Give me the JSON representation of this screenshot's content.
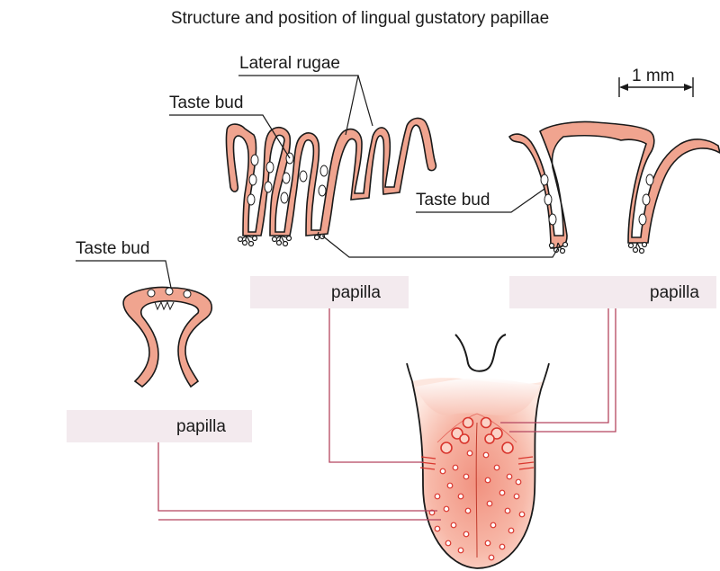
{
  "title": "Structure and position of lingual gustatory papillae",
  "labels": {
    "lateral_rugae": "Lateral rugae",
    "taste_bud_top": "Taste bud",
    "taste_bud_mid": "Taste bud",
    "taste_bud_left": "Taste bud",
    "scale": "1 mm"
  },
  "papilla_tags": {
    "left": "papilla",
    "center": "papilla",
    "right": "papilla"
  },
  "colors": {
    "tissue_fill": "#f0a48f",
    "outline": "#1a1a1a",
    "leader_line": "#b5455f",
    "tag_background": "#f3eaee",
    "tongue_dots": "#d9362e"
  }
}
